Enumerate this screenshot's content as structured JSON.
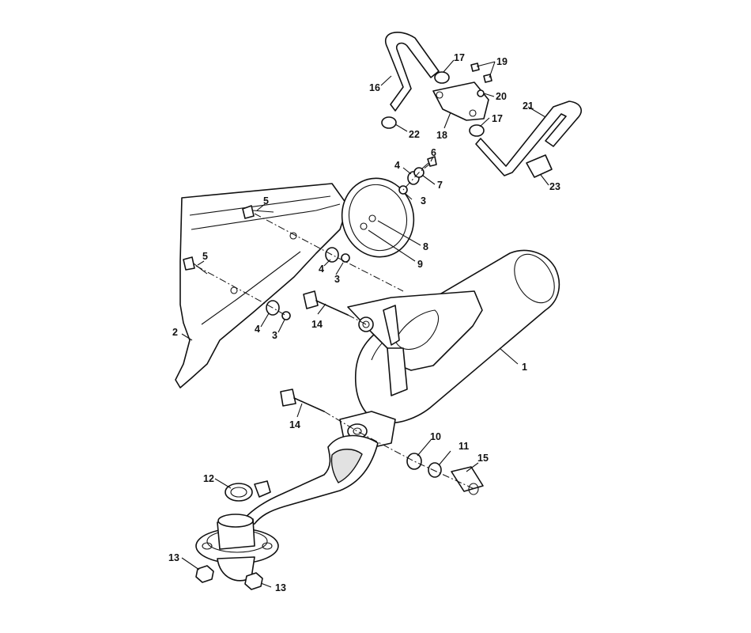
{
  "diagram": {
    "callouts": [
      {
        "id": "c1",
        "text": "1"
      },
      {
        "id": "c2",
        "text": "2"
      },
      {
        "id": "c3a",
        "text": "3"
      },
      {
        "id": "c3b",
        "text": "3"
      },
      {
        "id": "c3c",
        "text": "3"
      },
      {
        "id": "c4a",
        "text": "4"
      },
      {
        "id": "c4b",
        "text": "4"
      },
      {
        "id": "c4c",
        "text": "4"
      },
      {
        "id": "c5a",
        "text": "5"
      },
      {
        "id": "c5b",
        "text": "5"
      },
      {
        "id": "c6",
        "text": "6"
      },
      {
        "id": "c7",
        "text": "7"
      },
      {
        "id": "c8",
        "text": "8"
      },
      {
        "id": "c9",
        "text": "9"
      },
      {
        "id": "c10",
        "text": "10"
      },
      {
        "id": "c11",
        "text": "11"
      },
      {
        "id": "c12",
        "text": "12"
      },
      {
        "id": "c13a",
        "text": "13"
      },
      {
        "id": "c13b",
        "text": "13"
      },
      {
        "id": "c14a",
        "text": "14"
      },
      {
        "id": "c14b",
        "text": "14"
      },
      {
        "id": "c15",
        "text": "15"
      },
      {
        "id": "c16",
        "text": "16"
      },
      {
        "id": "c17a",
        "text": "17"
      },
      {
        "id": "c17b",
        "text": "17"
      },
      {
        "id": "c18",
        "text": "18"
      },
      {
        "id": "c19",
        "text": "19"
      },
      {
        "id": "c20",
        "text": "20"
      },
      {
        "id": "c21",
        "text": "21"
      },
      {
        "id": "c22",
        "text": "22"
      },
      {
        "id": "c23",
        "text": "23"
      }
    ]
  }
}
